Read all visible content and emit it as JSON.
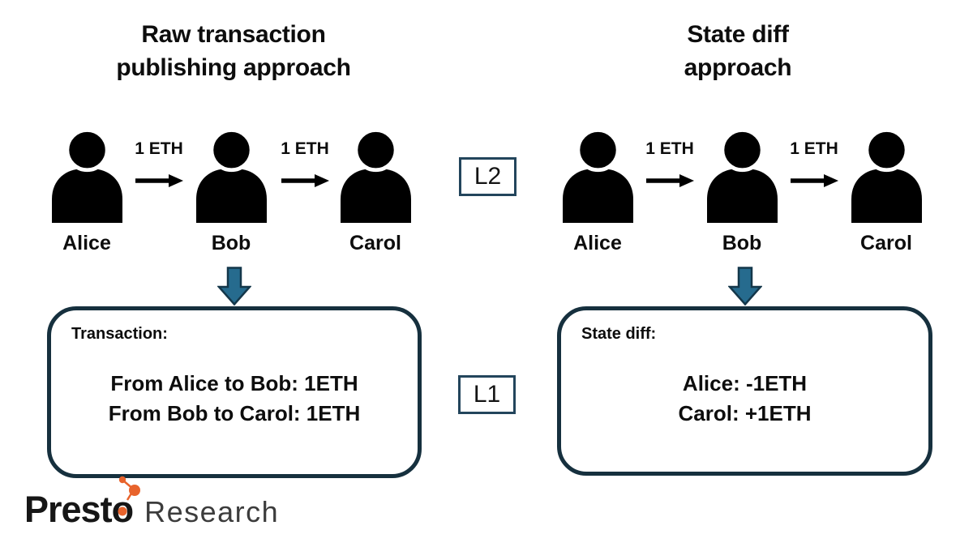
{
  "colors": {
    "text": "#0d0d0d",
    "box_border": "#16303e",
    "layer_border": "#23455c",
    "arrow_blue": "#266b8e",
    "arrow_blue_outline": "#14374a",
    "orange": "#e8632c",
    "research_gray": "#3c3c3c"
  },
  "left_panel": {
    "title_line1": "Raw transaction",
    "title_line2": "publishing approach",
    "people": [
      "Alice",
      "Bob",
      "Carol"
    ],
    "transfer_labels": [
      "1 ETH",
      "1 ETH"
    ],
    "box": {
      "header": "Transaction:",
      "lines": [
        "From Alice to Bob: 1ETH",
        "From Bob to Carol: 1ETH"
      ]
    }
  },
  "right_panel": {
    "title_line1": "State diff",
    "title_line2": "approach",
    "people": [
      "Alice",
      "Bob",
      "Carol"
    ],
    "transfer_labels": [
      "1 ETH",
      "1 ETH"
    ],
    "box": {
      "header": "State diff:",
      "lines": [
        "Alice: -1ETH",
        "Carol: +1ETH"
      ]
    }
  },
  "layer_labels": {
    "l2": "L2",
    "l1": "L1"
  },
  "logo": {
    "brand_prefix": "Prest",
    "brand_o": "o",
    "brand_secondary": "Research"
  }
}
